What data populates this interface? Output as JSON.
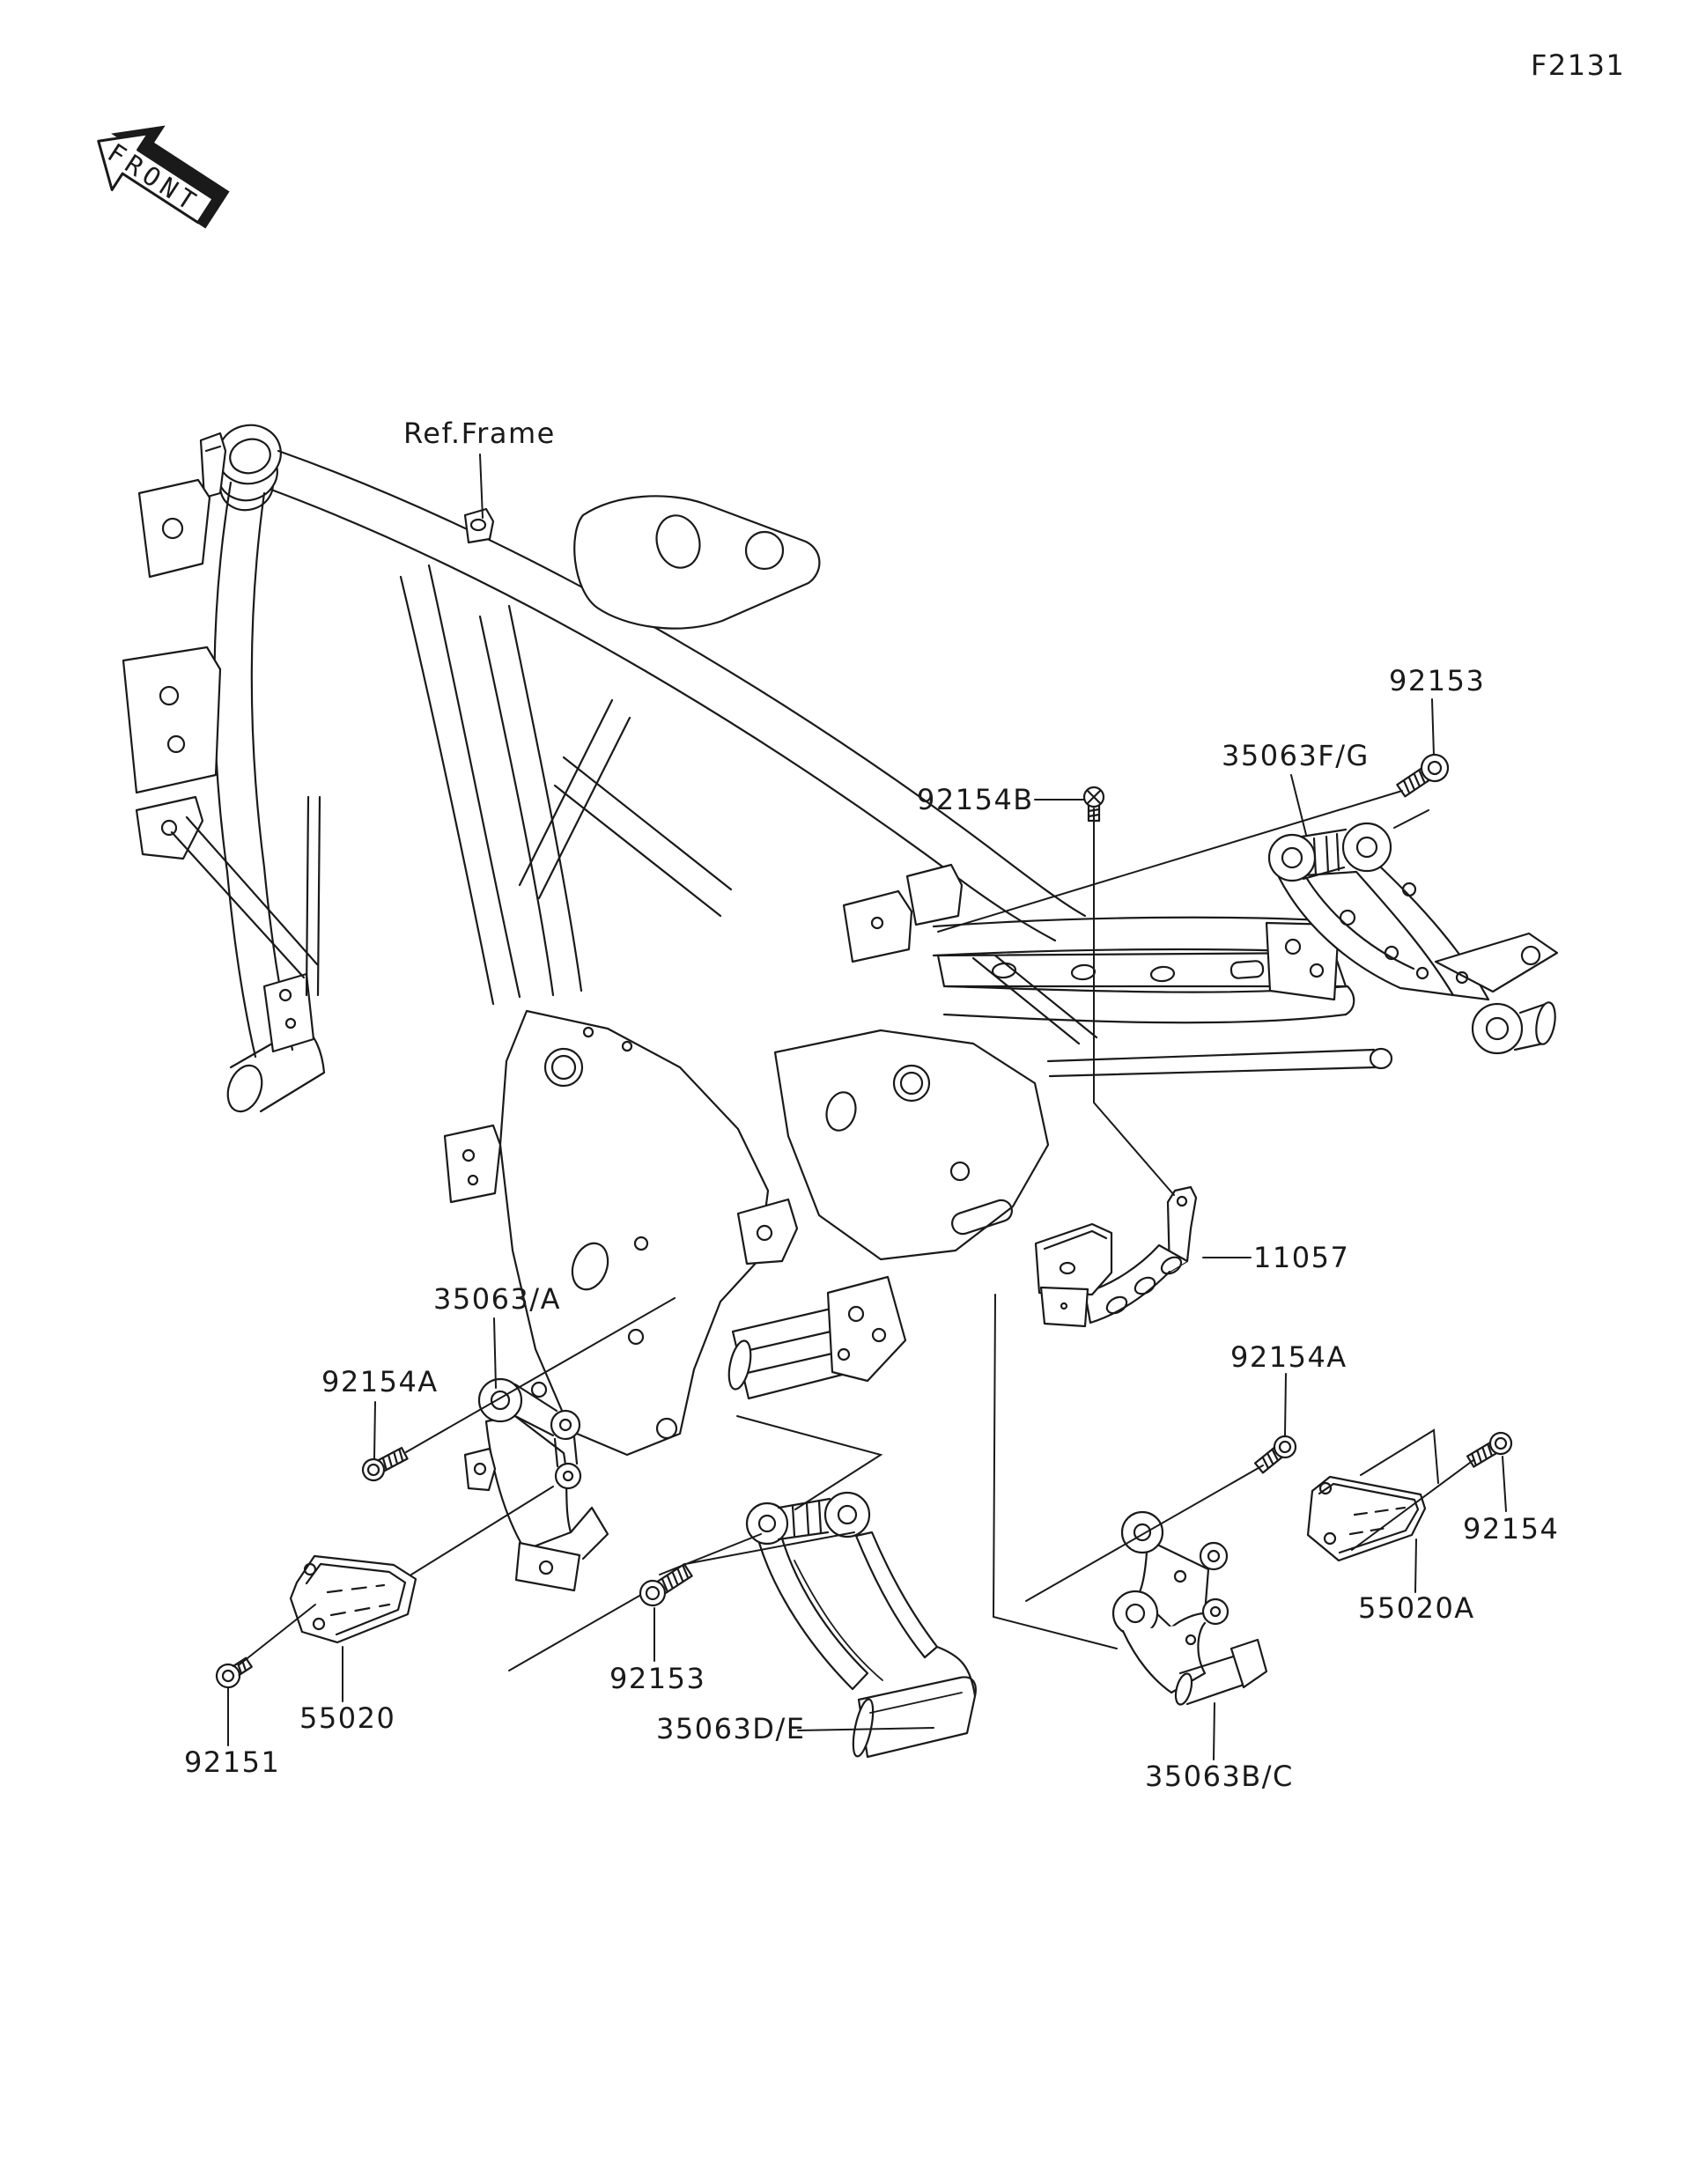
{
  "diagram": {
    "figure_code": "F2131",
    "orientation_marker": "FRONT",
    "reference_label": "Ref.Frame",
    "part_callouts": [
      {
        "part_number": "92153"
      },
      {
        "part_number": "35063F/G"
      },
      {
        "part_number": "92154B"
      },
      {
        "part_number": "11057"
      },
      {
        "part_number": "35063/A"
      },
      {
        "part_number": "92154A"
      },
      {
        "part_number": "92154A"
      },
      {
        "part_number": "92154"
      },
      {
        "part_number": "55020A"
      },
      {
        "part_number": "55020"
      },
      {
        "part_number": "92151"
      },
      {
        "part_number": "92153"
      },
      {
        "part_number": "35063D/E"
      },
      {
        "part_number": "35063B/C"
      }
    ],
    "line_color": "#1a1a1a",
    "background_color": "#ffffff"
  }
}
